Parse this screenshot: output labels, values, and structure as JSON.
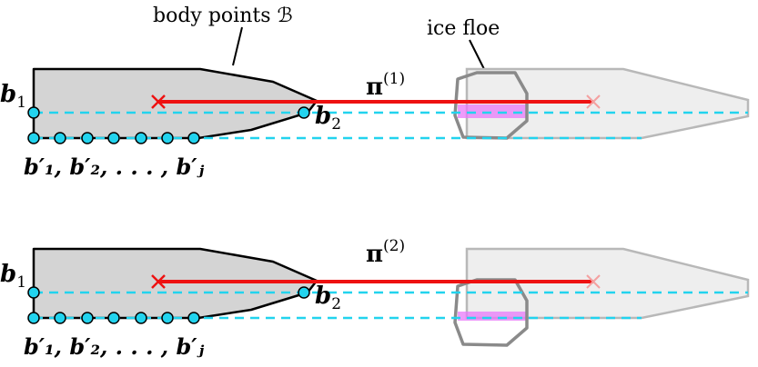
{
  "top_labels": {
    "body_points": "body points ℬ",
    "ice_floe": "ice floe"
  },
  "panels": [
    {
      "path_label_base": "π",
      "path_label_sup": "(1)",
      "b1": "b",
      "b1_sub": "1",
      "b2": "b",
      "b2_sub": "2",
      "bprime_list": "b′₁, b′₂, . . . , b′ⱼ"
    },
    {
      "path_label_base": "π",
      "path_label_sup": "(2)",
      "b1": "b",
      "b1_sub": "1",
      "b2": "b",
      "b2_sub": "2",
      "bprime_list": "b′₁, b′₂, . . . , b′ⱼ"
    }
  ],
  "colors": {
    "path": "#ee1111",
    "body_points": "#22d3ee",
    "ship_fill": "#d4d4d4",
    "ghost_ship_fill": "#eeeeee",
    "ice_outline": "#888888",
    "overlap": "#e879f9"
  }
}
